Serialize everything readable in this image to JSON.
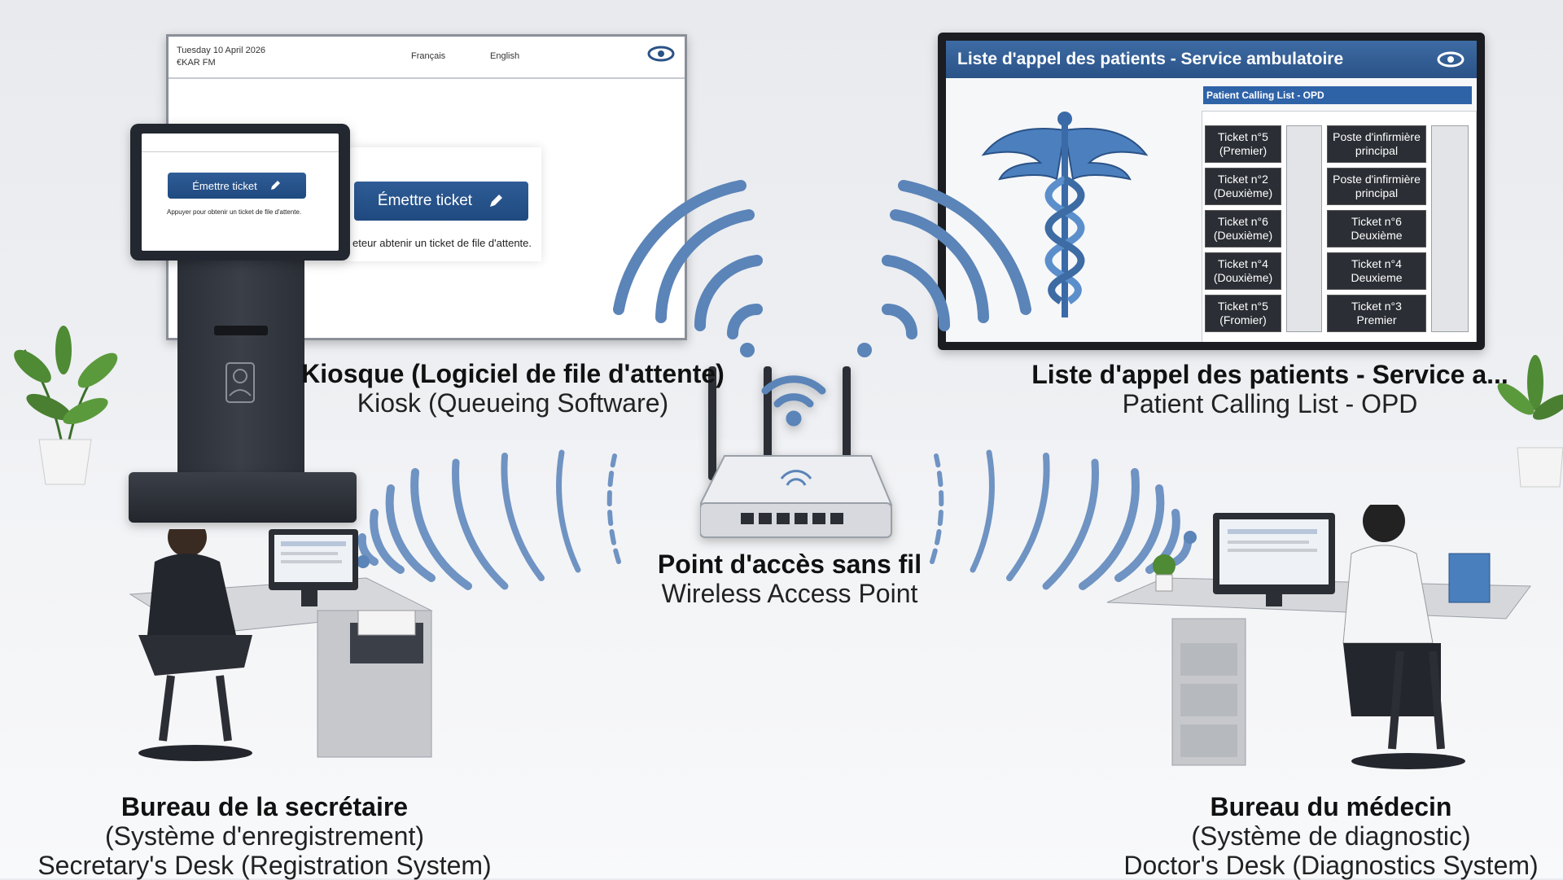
{
  "kiosk_screen": {
    "date": "Tuesday 10 April 2026",
    "time": "€KAR FM",
    "lang_fr": "Français",
    "lang_en": "English",
    "issue_button": "Émettre ticket",
    "hint": "Appuyer pour obtenir un ticket de file d'attente.",
    "hint_partial": "eteur abtenir un ticket de file d'attente."
  },
  "calling_screen": {
    "title": "Liste d'appel des patients - Service ambulatoire",
    "subtitle": "Patient Calling List - OPD",
    "tickets_left": [
      "Ticket n°5\n(Premier)",
      "Ticket n°2\n(Deuxième)",
      "Ticket n°6\n(Deuxième)",
      "Ticket n°4\n(Douxième)",
      "Ticket n°5\n(Fromier)"
    ],
    "tickets_right": [
      "Poste d'infirmière\nprincipal",
      "Poste d'infirmière\nprincipal",
      "Ticket n°6\nDeuxième",
      "Ticket n°4\nDeuxieme",
      "Ticket n°3\nPremier"
    ]
  },
  "labels": {
    "kiosk_fr": "Kiosque (Logiciel de file d'attente)",
    "kiosk_en": "Kiosk (Queueing Software)",
    "calling_fr": "Liste d'appel des patients - Service a...",
    "calling_en": "Patient Calling List - OPD",
    "ap_fr": "Point d'accès sans fil",
    "ap_en": "Wireless Access Point",
    "secretary_fr": "Bureau de la secrétaire",
    "secretary_fr2": "(Système d'enregistrement)",
    "secretary_en": "Secretary's Desk (Registration System)",
    "doctor_fr": "Bureau du médecin",
    "doctor_fr2": "(Système de diagnostic)",
    "doctor_en": "Doctor's Desk (Diagnostics System)"
  },
  "colors": {
    "wifi": "#5b84b8",
    "brand_blue": "#2a5287"
  }
}
